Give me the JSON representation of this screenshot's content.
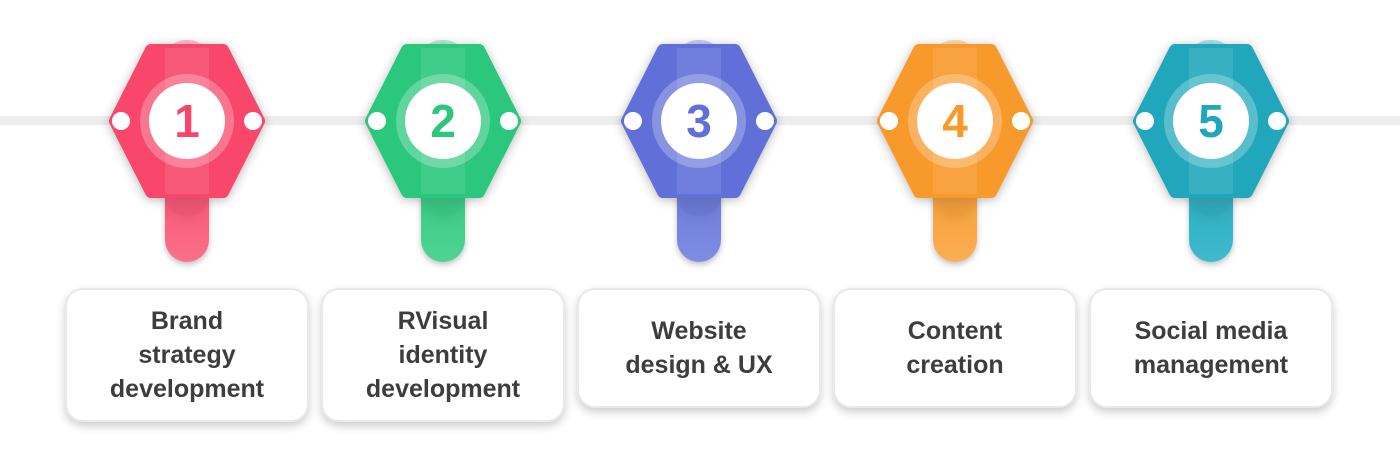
{
  "diagram": {
    "type": "process-timeline",
    "background_color": "#ffffff",
    "line_color": "#ededed",
    "card": {
      "background_color": "#ffffff",
      "border_color": "#e9e9e9",
      "text_color": "#3d3d3d"
    },
    "steps": [
      {
        "number": "1",
        "label": "Brand\nstrategy\ndevelopment",
        "color": "#F8476A",
        "color_light": "#FB7089"
      },
      {
        "number": "2",
        "label": "RVisual\nidentity\ndevelopment",
        "color": "#2BC77D",
        "color_light": "#4ED392"
      },
      {
        "number": "3",
        "label": "Website\ndesign & UX",
        "color": "#6170D8",
        "color_light": "#808DE2"
      },
      {
        "number": "4",
        "label": "Content\ncreation",
        "color": "#F8992B",
        "color_light": "#FAAE52"
      },
      {
        "number": "5",
        "label": "Social media\nmanagement",
        "color": "#21A7BB",
        "color_light": "#3FBACD"
      }
    ]
  }
}
